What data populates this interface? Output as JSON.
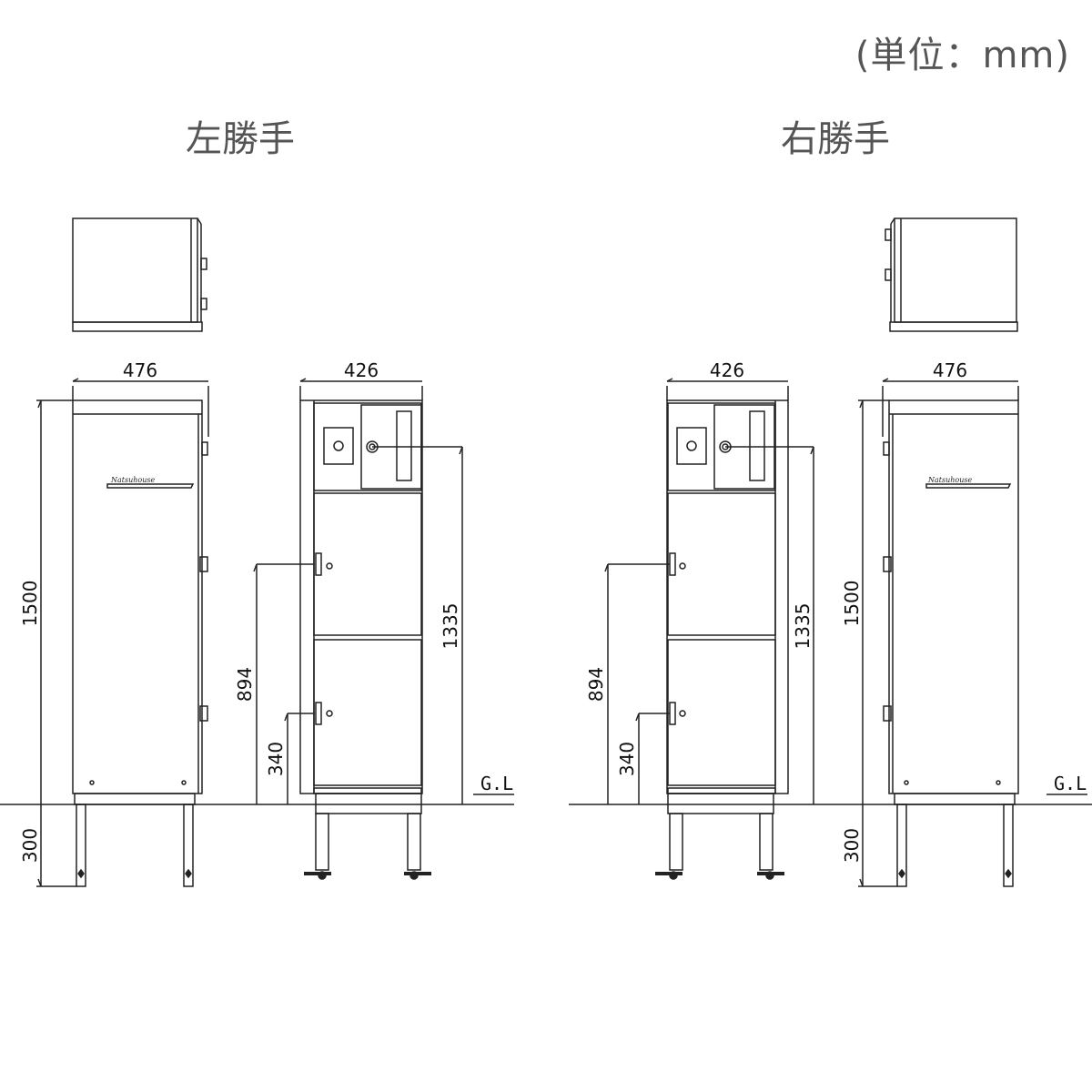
{
  "unit_label": "(単位：mm)",
  "left_title": "左勝手",
  "right_title": "右勝手",
  "ground_label": "G.L",
  "brand_text": "Natsuhouse",
  "dimensions": {
    "width_side": "476",
    "width_front": "426",
    "height_total": "1500",
    "height_legs": "300",
    "height_top_lock": "1335",
    "height_mid_lock": "894",
    "height_low_lock": "340"
  }
}
